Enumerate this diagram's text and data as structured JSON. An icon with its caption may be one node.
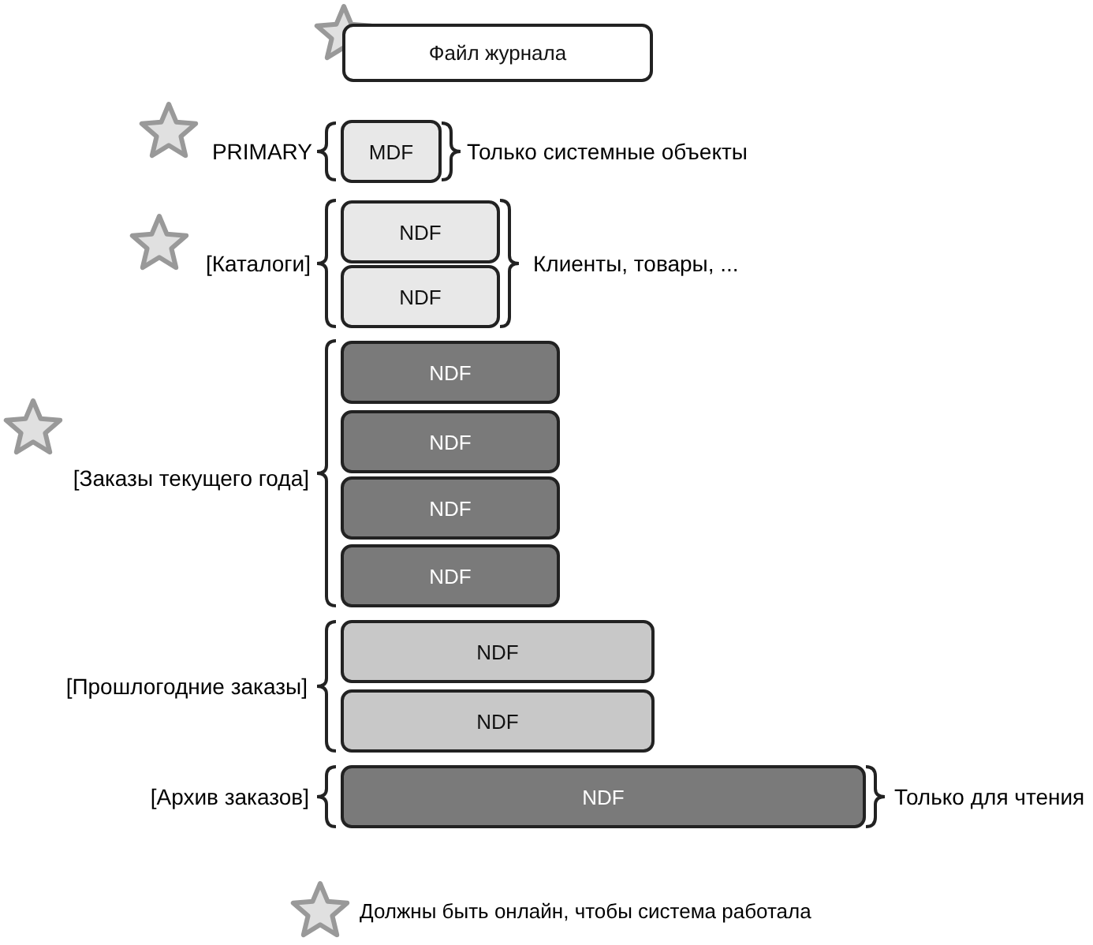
{
  "diagram": {
    "nodes": [
      {
        "text": [
          "Файл журнала"
        ]
      },
      {
        "text": [
          "MDF"
        ]
      },
      {
        "text": [
          "NDF"
        ]
      },
      {
        "text": [
          "NDF"
        ]
      },
      {
        "text": [
          "NDF"
        ]
      },
      {
        "text": [
          "NDF"
        ]
      },
      {
        "text": [
          "NDF"
        ]
      },
      {
        "text": [
          "NDF"
        ]
      },
      {
        "text": [
          "NDF"
        ]
      },
      {
        "text": [
          "NDF"
        ]
      },
      {
        "text": [
          "NDF"
        ]
      }
    ],
    "labels": [
      "PRIMARY",
      "Только системные объекты",
      "[Каталоги]",
      "Клиенты, товары, ...",
      "[Заказы текущего года]",
      "[Прошлогодние заказы]",
      "[Архив заказов]",
      "Только для чтения"
    ],
    "legend": [
      {
        "text": "Должны быть онлайн, чтобы система работала"
      }
    ]
  }
}
